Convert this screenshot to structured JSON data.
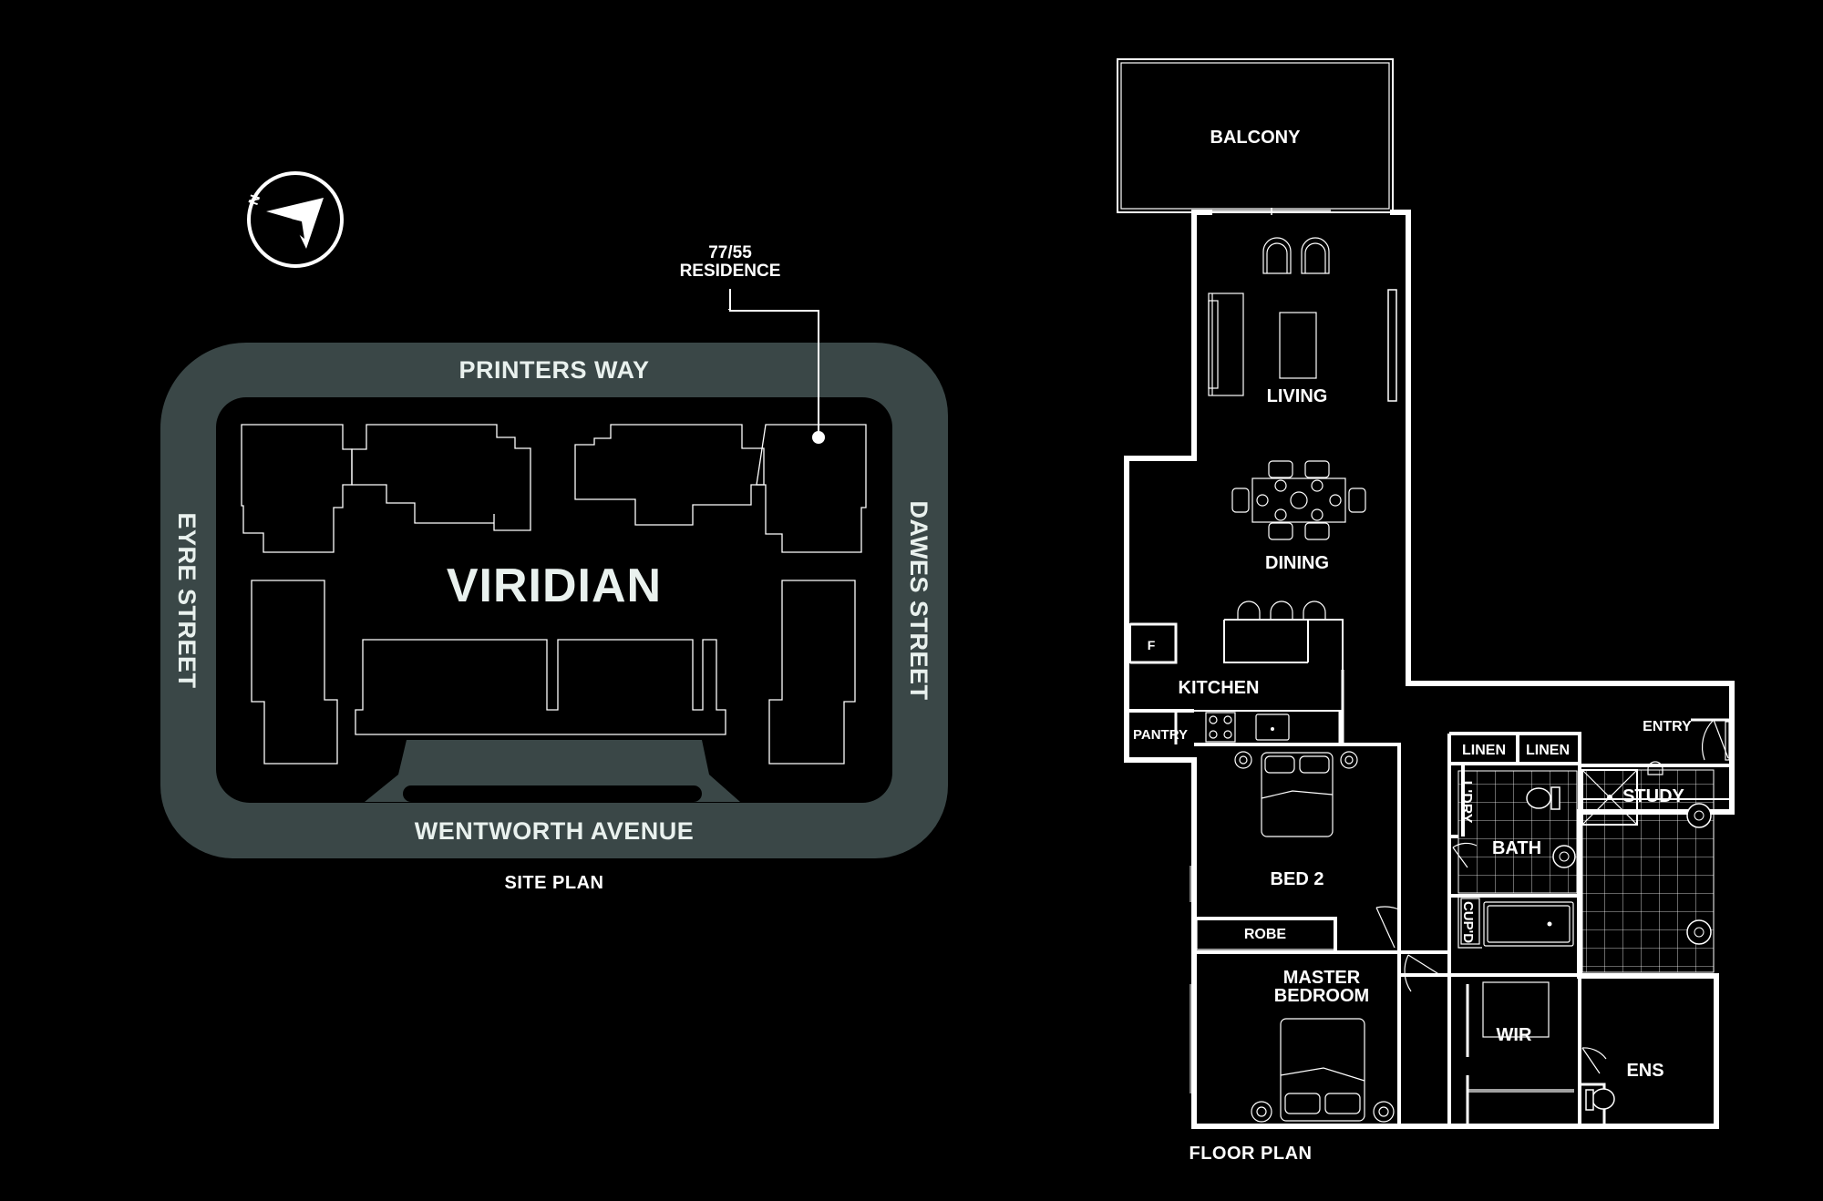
{
  "site_plan": {
    "compass": {
      "icon": "north-arrow-icon",
      "letter": "N"
    },
    "residence_marker": {
      "line1": "77/55",
      "line2": "RESIDENCE"
    },
    "building_name": "VIRIDIAN",
    "streets": {
      "top": "PRINTERS WAY",
      "bottom": "WENTWORTH AVENUE",
      "left": "EYRE STREET",
      "right": "DAWES STREET"
    },
    "caption": "SITE PLAN",
    "colors": {
      "road": "#3a4747",
      "text": "#e9f1ee",
      "background": "#000000"
    }
  },
  "floor_plan": {
    "caption": "FLOOR PLAN",
    "rooms": {
      "balcony": "BALCONY",
      "living": "LIVING",
      "dining": "DINING",
      "kitchen": "KITCHEN",
      "fridge": "F",
      "pantry": "PANTRY",
      "entry": "ENTRY",
      "linen1": "LINEN",
      "linen2": "LINEN",
      "laundry": "L'DRY",
      "study": "STUDY",
      "bath": "BATH",
      "cupboard": "CUP'D",
      "bed2": "BED 2",
      "robe": "ROBE",
      "master_line1": "MASTER",
      "master_line2": "BEDROOM",
      "wir": "WIR",
      "ensuite": "ENS"
    }
  }
}
